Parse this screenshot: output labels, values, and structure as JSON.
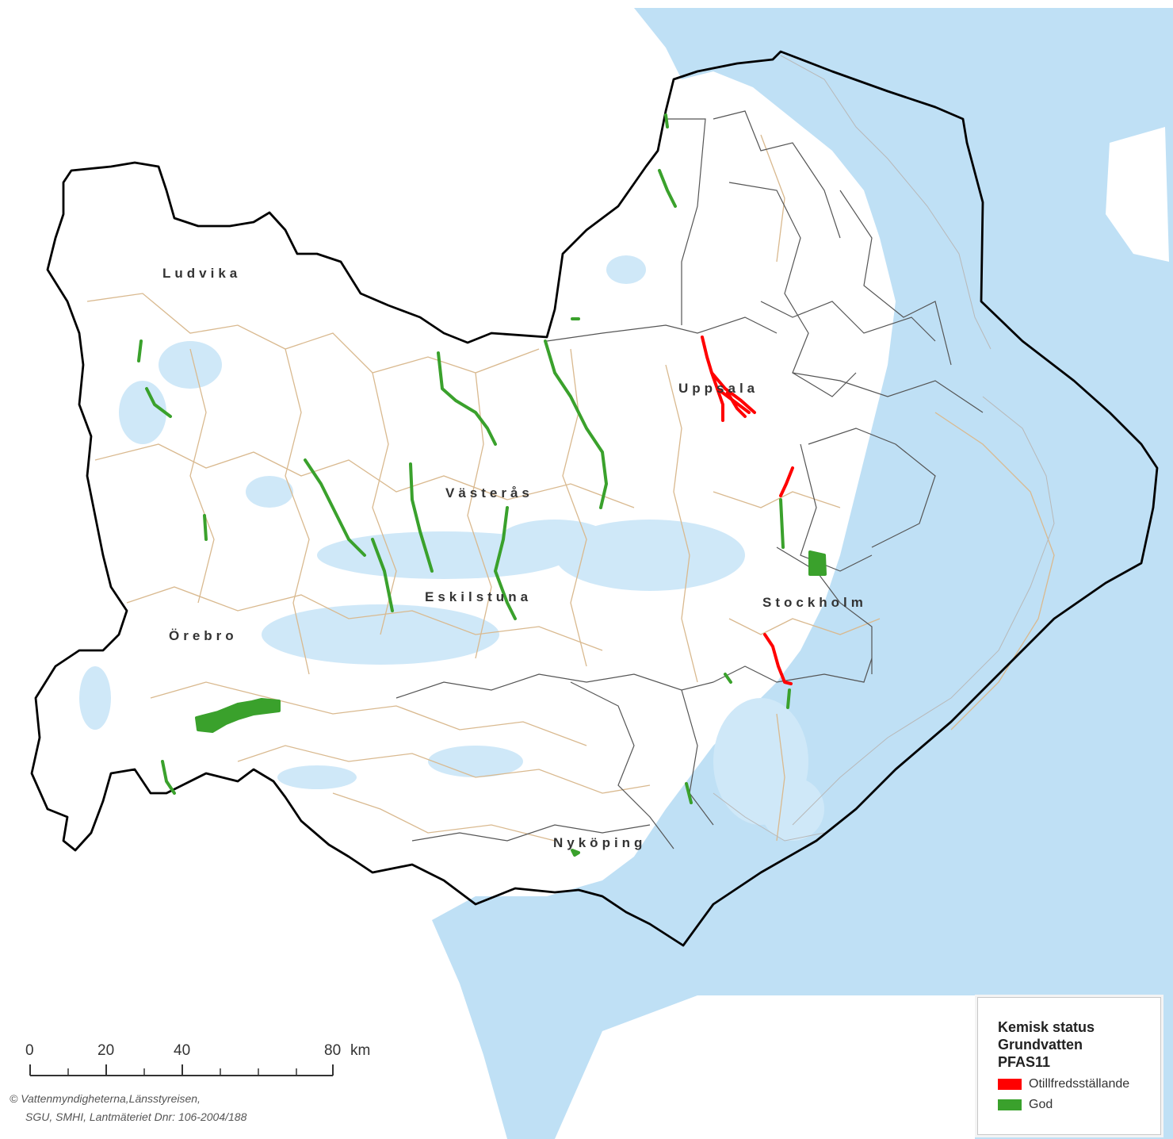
{
  "map": {
    "cities": [
      {
        "name": "Ludvika"
      },
      {
        "name": "Uppsala"
      },
      {
        "name": "Västerås"
      },
      {
        "name": "Eskilstuna"
      },
      {
        "name": "Stockholm"
      },
      {
        "name": "Örebro"
      },
      {
        "name": "Nyköping"
      }
    ],
    "colors": {
      "water": "#bfe0f5",
      "land": "#ffffff",
      "outline": "#000000",
      "subdistrict": "#555555",
      "catchment": "#d9b98f",
      "status_bad": "#ff0000",
      "status_good": "#3aa12c"
    }
  },
  "legend": {
    "title_line1": "Kemisk status",
    "title_line2": "Grundvatten",
    "title_line3": "PFAS11",
    "items": [
      {
        "label": "Otillfredsställande",
        "color": "#ff0000"
      },
      {
        "label": "God",
        "color": "#3aa12c"
      }
    ]
  },
  "scale_bar": {
    "labels": [
      "0",
      "20",
      "40",
      "80"
    ],
    "unit": "km"
  },
  "credits": {
    "line1": "© Vattenmyndigheterna,Länsstyreisen,",
    "line2": "SGU, SMHI, Lantmäteriet Dnr: 106-2004/188"
  }
}
